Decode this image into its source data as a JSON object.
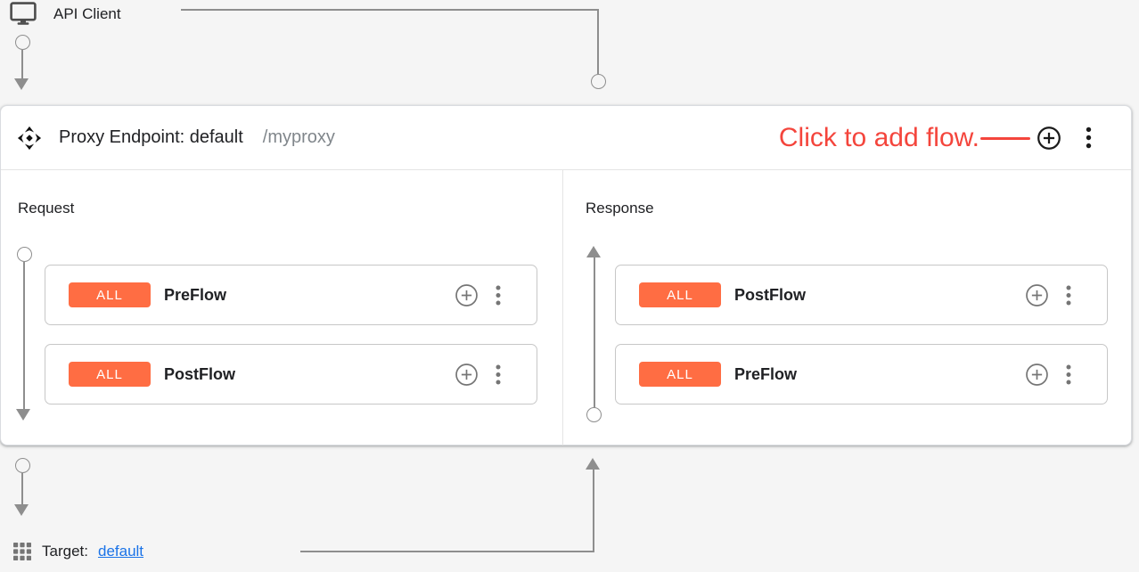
{
  "colors": {
    "bg": "#F5F5F5",
    "accent_red": "#F4453C",
    "badge_orange": "#FF6D43",
    "link_blue": "#1A73E8",
    "connector": "#8E8E8E",
    "text_dark": "#202124",
    "text_gray": "#80868B",
    "card_border": "#C7C7C7"
  },
  "api_client": {
    "label": "API Client",
    "icon": "monitor-icon"
  },
  "proxy_endpoint": {
    "icon": "endpoint-diamond-icon",
    "title": "Proxy Endpoint: default",
    "basepath": "/myproxy",
    "add_flow_hint": "Click to add flow.",
    "add_flow_button_icon": "plus-circle-icon",
    "menu_icon": "kebab-menu-icon"
  },
  "request": {
    "label": "Request",
    "flows": [
      {
        "condition": "ALL",
        "name": "PreFlow"
      },
      {
        "condition": "ALL",
        "name": "PostFlow"
      }
    ]
  },
  "response": {
    "label": "Response",
    "flows": [
      {
        "condition": "ALL",
        "name": "PostFlow"
      },
      {
        "condition": "ALL",
        "name": "PreFlow"
      }
    ]
  },
  "flow_card_icons": {
    "add": "plus-circle-icon",
    "menu": "kebab-menu-icon"
  },
  "target": {
    "icon": "grid-icon",
    "label": "Target:",
    "link_text": "default"
  }
}
